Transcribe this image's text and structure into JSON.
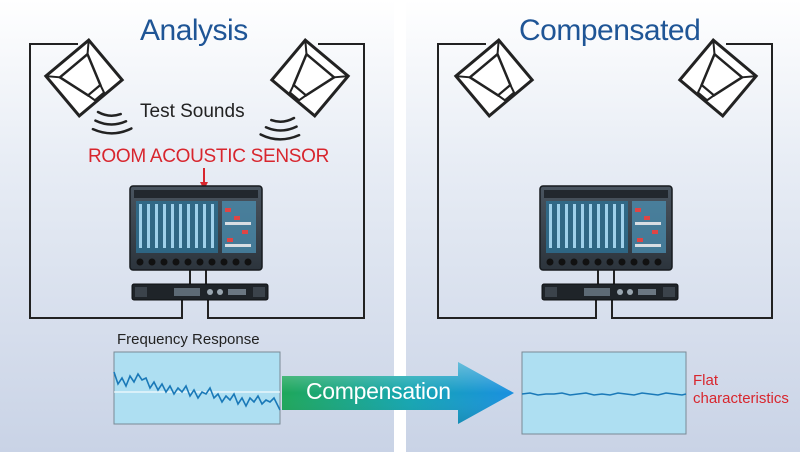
{
  "left_panel": {
    "title": "Analysis",
    "test_sounds_label": "Test Sounds",
    "sensor_label": "ROOM ACOUSTIC SENSOR",
    "freq_response_label": "Frequency Response"
  },
  "right_panel": {
    "title": "Compensated",
    "flat_label_line1": "Flat",
    "flat_label_line2": "characteristics"
  },
  "arrow": {
    "label": "Compensation"
  },
  "colors": {
    "title_blue": "#1f5596",
    "sensor_red": "#d8262e",
    "graph_bg": "#aedff2",
    "graph_line": "#1a79b8",
    "arrow_start": "#1ea75a",
    "arrow_end": "#1a8fe0"
  },
  "icons": [
    "speaker-icon",
    "sound-wave-icon",
    "mixer-icon",
    "rack-unit-icon",
    "sensor-pointer-icon"
  ]
}
